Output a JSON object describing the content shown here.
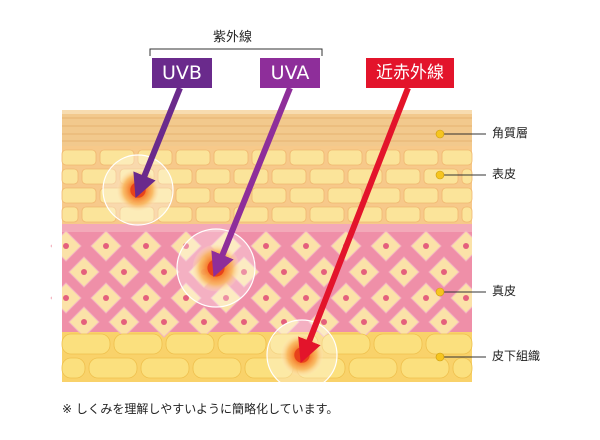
{
  "uv_group_label": "紫外線",
  "rays": {
    "uvb": {
      "label": "UVB",
      "color": "#6a2a8c"
    },
    "uva": {
      "label": "UVA",
      "color": "#8e2e9a"
    },
    "nir": {
      "label": "近赤外線",
      "color": "#e3142b"
    }
  },
  "layers": {
    "stratum_corneum": {
      "label": "角質層",
      "color": "#f2c98d"
    },
    "epidermis": {
      "label": "表皮",
      "color": "#fbe49a"
    },
    "dermis": {
      "label": "真皮",
      "color": "#ef8fa8"
    },
    "subcutis": {
      "label": "皮下組織",
      "color": "#fbe07e"
    }
  },
  "note": "※ しくみを理解しやすいように簡略化しています。"
}
